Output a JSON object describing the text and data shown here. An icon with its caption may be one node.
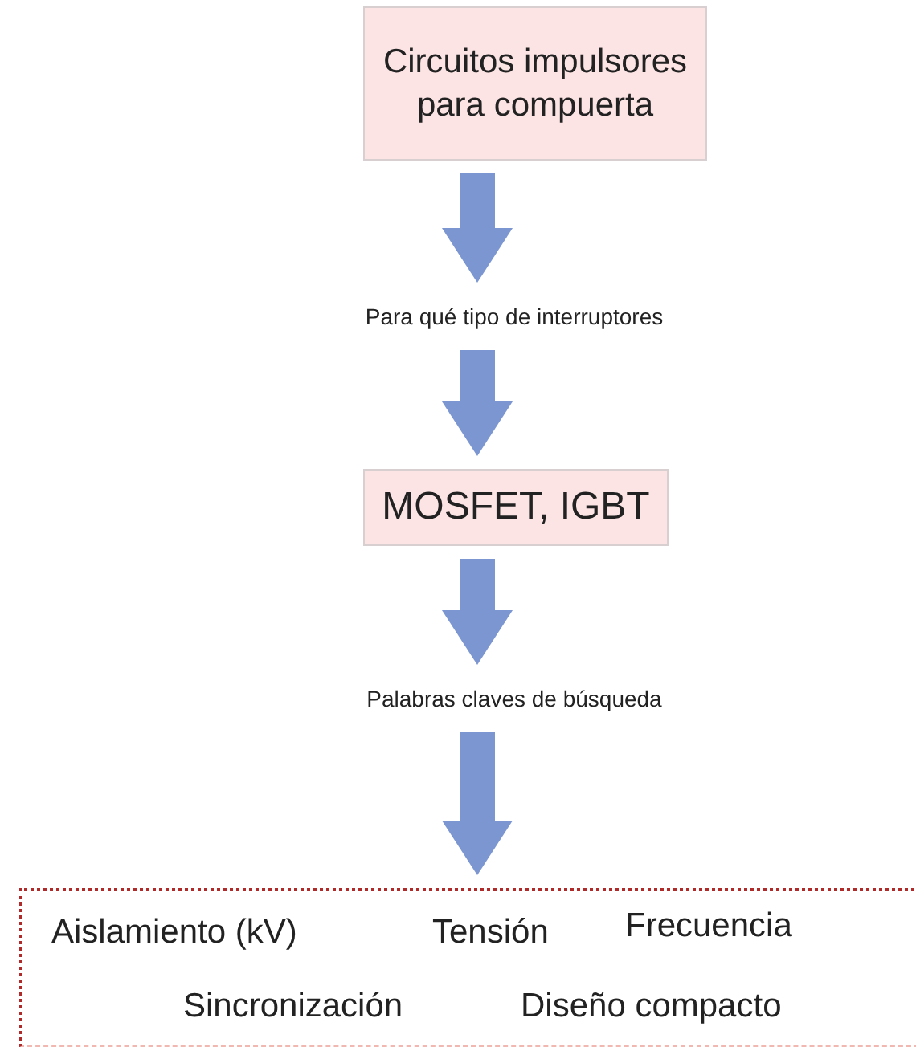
{
  "diagram": {
    "nodes": [
      {
        "text": [
          "Circuitos impulsores para compuerta"
        ]
      },
      {
        "text": [
          "Para qué tipo de interruptores"
        ]
      },
      {
        "text": [
          "MOSFET, IGBT"
        ]
      },
      {
        "text": [
          "Palabras claves de búsqueda"
        ]
      },
      {
        "text": [
          "Aislamiento (kV)",
          "Tensión",
          "Frecuencia",
          "Sincronización",
          "Diseño compacto"
        ]
      }
    ],
    "edges": [
      {
        "from": 0,
        "to": 1,
        "arrow": "to"
      },
      {
        "from": 1,
        "to": 2,
        "arrow": "to"
      },
      {
        "from": 2,
        "to": 3,
        "arrow": "to"
      },
      {
        "from": 3,
        "to": 4,
        "arrow": "to"
      }
    ]
  }
}
